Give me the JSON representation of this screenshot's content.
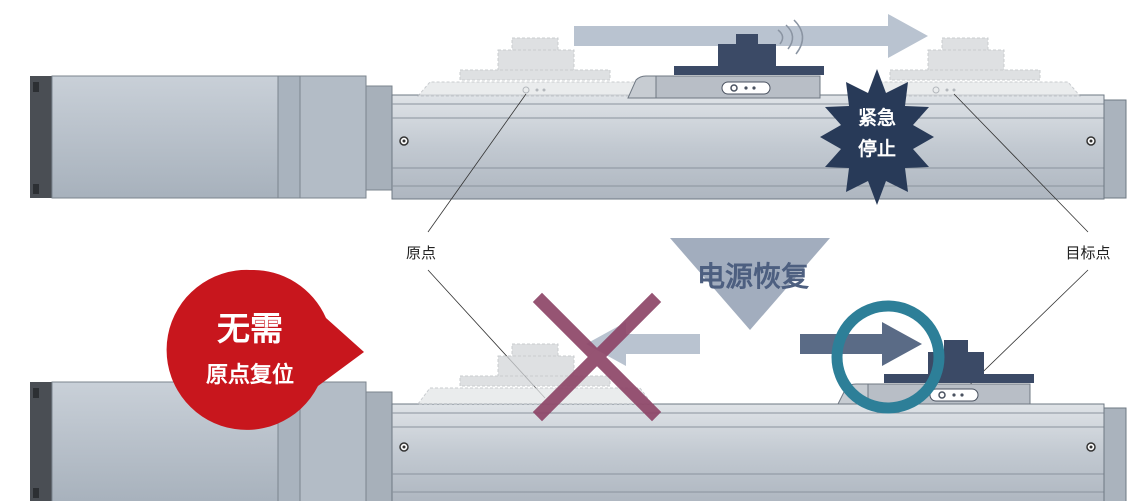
{
  "labels": {
    "origin": "原点",
    "target": "目标点",
    "power_recovery": "电源恢复",
    "emergency_stop_line1": "紧急",
    "emergency_stop_line2": "停止",
    "no_homing_line1": "无需",
    "no_homing_line2": "原点复位"
  },
  "colors": {
    "actuator_body": "#c4cbd3",
    "motor": "#b7c0ca",
    "carriage_dark": "#3b4a66",
    "ghost_carriage": "#d9dcdf",
    "arrow_gray": "#b9c3d0",
    "arrow_dark": "#5a6b86",
    "burst": "#283a58",
    "bubble_red": "#c8161d",
    "cross_purple": "#8e4668",
    "ring_teal": "#2d7f98",
    "power_text": "#4d5f80"
  },
  "icons": {
    "emergency": "starburst-icon",
    "cancel": "cross-icon",
    "confirm": "circle-icon",
    "motion": "arrow-icon",
    "signal": "wave-icon"
  }
}
